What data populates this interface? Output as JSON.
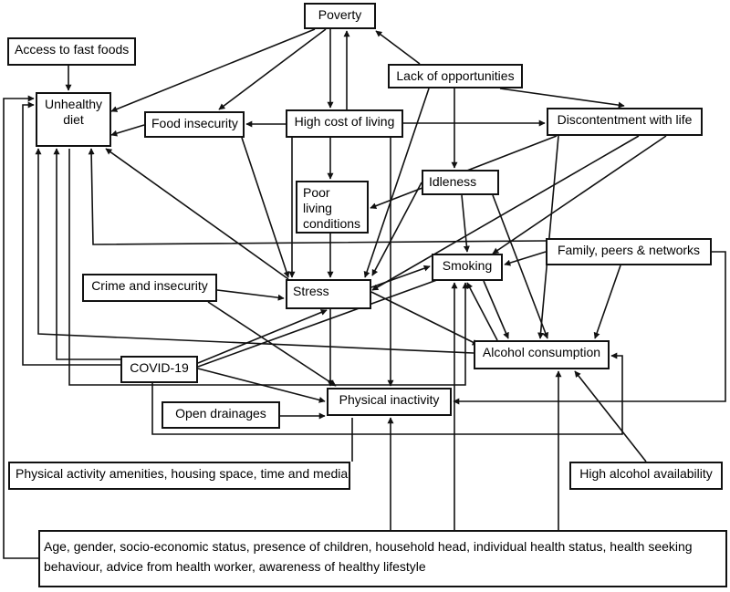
{
  "nodes": {
    "poverty": "Poverty",
    "fast_foods": "Access to fast foods",
    "unhealthy_diet": "Unhealthy diet",
    "lack_opportunities": "Lack of opportunities",
    "food_insecurity": "Food insecurity",
    "high_cost": "High cost of living",
    "discontentment": "Discontentment with life",
    "idleness": "Idleness",
    "poor_living": "Poor living conditions",
    "family": "Family, peers & networks",
    "smoking": "Smoking",
    "crime": "Crime and insecurity",
    "stress": "Stress",
    "alcohol": "Alcohol consumption",
    "covid": "COVID-19",
    "physical_inactivity": "Physical inactivity",
    "open_drainages": "Open drainages",
    "amenities": "Physical activity amenities, housing space, time and media",
    "alcohol_availability": "High alcohol availability",
    "demographics": "Age, gender, socio-economic status, presence of children, household head, individual health status, health seeking behaviour, advice from health worker, awareness of healthy lifestyle"
  }
}
